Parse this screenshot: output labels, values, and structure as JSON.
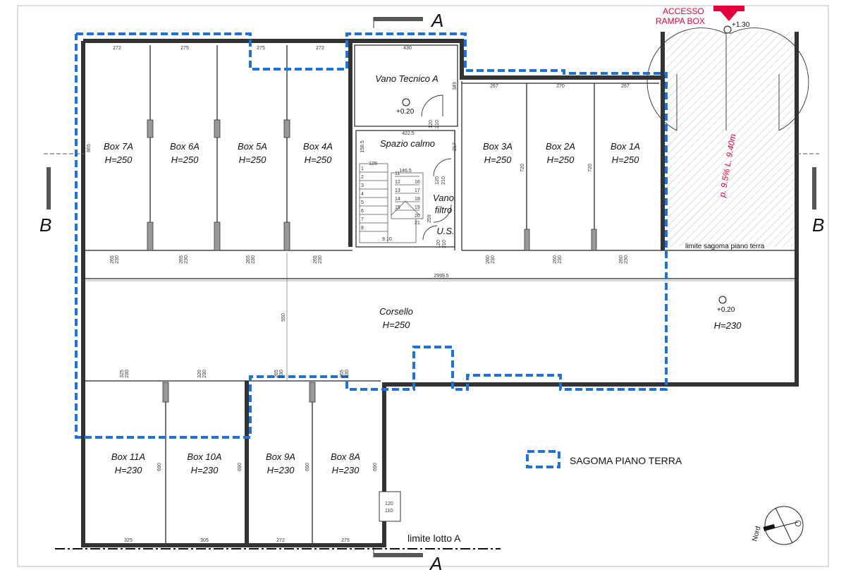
{
  "sections": {
    "a": "A",
    "b": "B"
  },
  "access": {
    "line1": "ACCESSO",
    "line2": "RAMPA BOX",
    "elevation": "+1.30"
  },
  "rooms": {
    "box7a": {
      "name": "Box 7A",
      "height": "H=250"
    },
    "box6a": {
      "name": "Box 6A",
      "height": "H=250"
    },
    "box5a": {
      "name": "Box 5A",
      "height": "H=250"
    },
    "box4a": {
      "name": "Box 4A",
      "height": "H=250"
    },
    "box3a": {
      "name": "Box 3A",
      "height": "H=250"
    },
    "box2a": {
      "name": "Box 2A",
      "height": "H=250"
    },
    "box1a": {
      "name": "Box 1A",
      "height": "H=250"
    },
    "box11a": {
      "name": "Box 11A",
      "height": "H=230"
    },
    "box10a": {
      "name": "Box 10A",
      "height": "H=230"
    },
    "box9a": {
      "name": "Box 9A",
      "height": "H=230"
    },
    "box8a": {
      "name": "Box 8A",
      "height": "H=230"
    },
    "corsello": {
      "name": "Corsello",
      "height": "H=250"
    },
    "vano_tecnico": {
      "name": "Vano Tecnico A",
      "elevation": "+0.20"
    },
    "spazio_calmo": {
      "name": "Spazio calmo"
    },
    "vano_filtro": {
      "line1": "Vano",
      "line2": "filtro"
    },
    "us": {
      "name": "U.S."
    },
    "ramp_area": {
      "elevation": "+0.20",
      "height": "H=230"
    }
  },
  "ramp": {
    "slope": "p. 9.5% L. 9.40m",
    "limit": "limite sagoma piano terra"
  },
  "legend": {
    "label": "SAGOMA PIANO TERRA"
  },
  "lot": {
    "label": "limite lotto A"
  },
  "north": {
    "label": "Nord"
  },
  "dims": {
    "top": [
      "272",
      "275",
      "275",
      "272",
      "430",
      "267",
      "270",
      "267"
    ],
    "corsello_length": "2999.5",
    "corsello_width": "550",
    "bottom": [
      "325",
      "305",
      "272",
      "275"
    ],
    "door_top": [
      [
        "265",
        "230"
      ],
      [
        "265",
        "230"
      ],
      [
        "265",
        "230"
      ],
      [
        "265",
        "230"
      ],
      [
        "260",
        "230"
      ],
      [
        "260",
        "230"
      ],
      [
        "260",
        "230"
      ]
    ],
    "door_bottom": [
      [
        "325",
        "230"
      ],
      [
        "320",
        "230"
      ],
      [
        "265",
        "230"
      ],
      [
        "265",
        "230"
      ]
    ],
    "left_depth": "865",
    "right_depth": [
      "720",
      "720"
    ],
    "bottom_depth": [
      "690",
      "690",
      "690",
      "690"
    ],
    "stair": [
      "422.5",
      "158.5",
      "125",
      "146.5",
      "217",
      "259",
      "349"
    ],
    "doors": [
      "120",
      "210",
      "120",
      "210",
      "120",
      "210",
      "120",
      "110"
    ],
    "stair_steps": [
      "1",
      "2",
      "3",
      "4",
      "5",
      "6",
      "7",
      "8",
      "9",
      "10",
      "11",
      "12",
      "13",
      "14",
      "15",
      "16",
      "17",
      "18",
      "19",
      "20",
      "21"
    ]
  }
}
